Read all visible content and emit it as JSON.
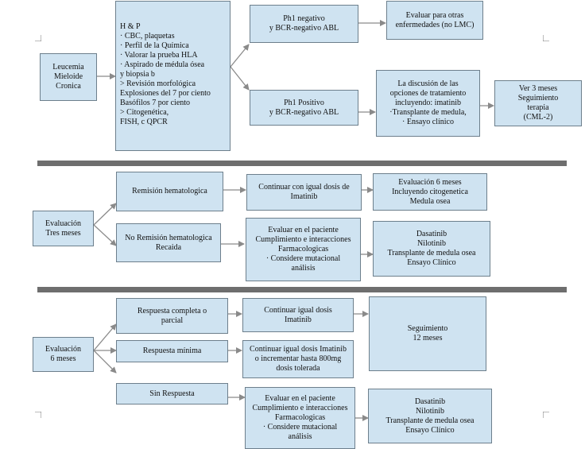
{
  "colors": {
    "box_fill": "#cfe3f1",
    "box_border": "#6d7f8c",
    "connector": "#8a8a8a",
    "separator": "#6e6e6e"
  },
  "section1": {
    "leucemia": [
      "Leucemia",
      "Mieloide",
      "Cronica"
    ],
    "hp": [
      "H & P",
      "· CBC, plaquetas",
      "· Perfil de la Química",
      "· Valorar la prueba HLA",
      "· Aspirado de médula ósea",
      "y biopsia b",
      "> Revisión morfológica",
      "Explosiones del 7 por ciento",
      "Basófilos 7 por ciento",
      "> Citogenética,",
      "FISH, c QPCR"
    ],
    "ph1_neg": [
      "Ph1 negativo",
      "y BCR-negativo ABL"
    ],
    "ph1_pos": [
      "Ph1 Positivo",
      "y BCR-negativo ABL"
    ],
    "otras": [
      "Evaluar para otras",
      "enfermedades (no LMC)"
    ],
    "discusion": [
      "La discusión de las",
      "opciones de tratamiento",
      "incluyendo: imatinib",
      "·Transplante de medula,",
      "· Ensayo clínico"
    ],
    "ver3": [
      "Ver 3 meses",
      "Seguimiento",
      "terapia",
      "(CML-2)"
    ]
  },
  "section2": {
    "evaluacion": [
      "Evaluación",
      "Tres meses"
    ],
    "remision": [
      "Remisión hematologica"
    ],
    "continuar": [
      "Continuar con igual dosis de",
      "Imatinib"
    ],
    "eval6": [
      "Evaluación 6 meses",
      "Incluyendo citogenetica",
      "Medula osea"
    ],
    "no_remision": [
      "No Remisión hematologica",
      "Recaida"
    ],
    "evaluar": [
      "Evaluar en el paciente",
      "Cumplimiento e interacciones",
      "Farmacologicas",
      "· Considere mutacional",
      "análisis"
    ],
    "dasatinib": [
      "Dasatinib",
      "Nilotinib",
      "Transplante de medula osea",
      "Ensayo Clínico"
    ]
  },
  "section3": {
    "evaluacion": [
      "Evaluación",
      "6 meses"
    ],
    "completa": [
      "Respuesta completa o",
      "parcial"
    ],
    "continuar_igual": [
      "Continuar igual dosis",
      "Imatinib"
    ],
    "seguimiento": [
      "Seguimiento",
      "12 meses"
    ],
    "minima": [
      "Respuesta mínima"
    ],
    "incrementar": [
      "Continuar igual dosis Imatinib",
      "o incrementar hasta 800mg",
      "dosis tolerada"
    ],
    "sin": [
      "Sin Respuesta"
    ],
    "evaluar": [
      "Evaluar en el paciente",
      "Cumplimiento e interacciones",
      "Farmacologicas",
      "· Considere mutacional",
      "análisis"
    ],
    "dasatinib": [
      "Dasatinib",
      "Nilotinib",
      "Transplante de medula osea",
      "Ensayo Clínico"
    ]
  }
}
